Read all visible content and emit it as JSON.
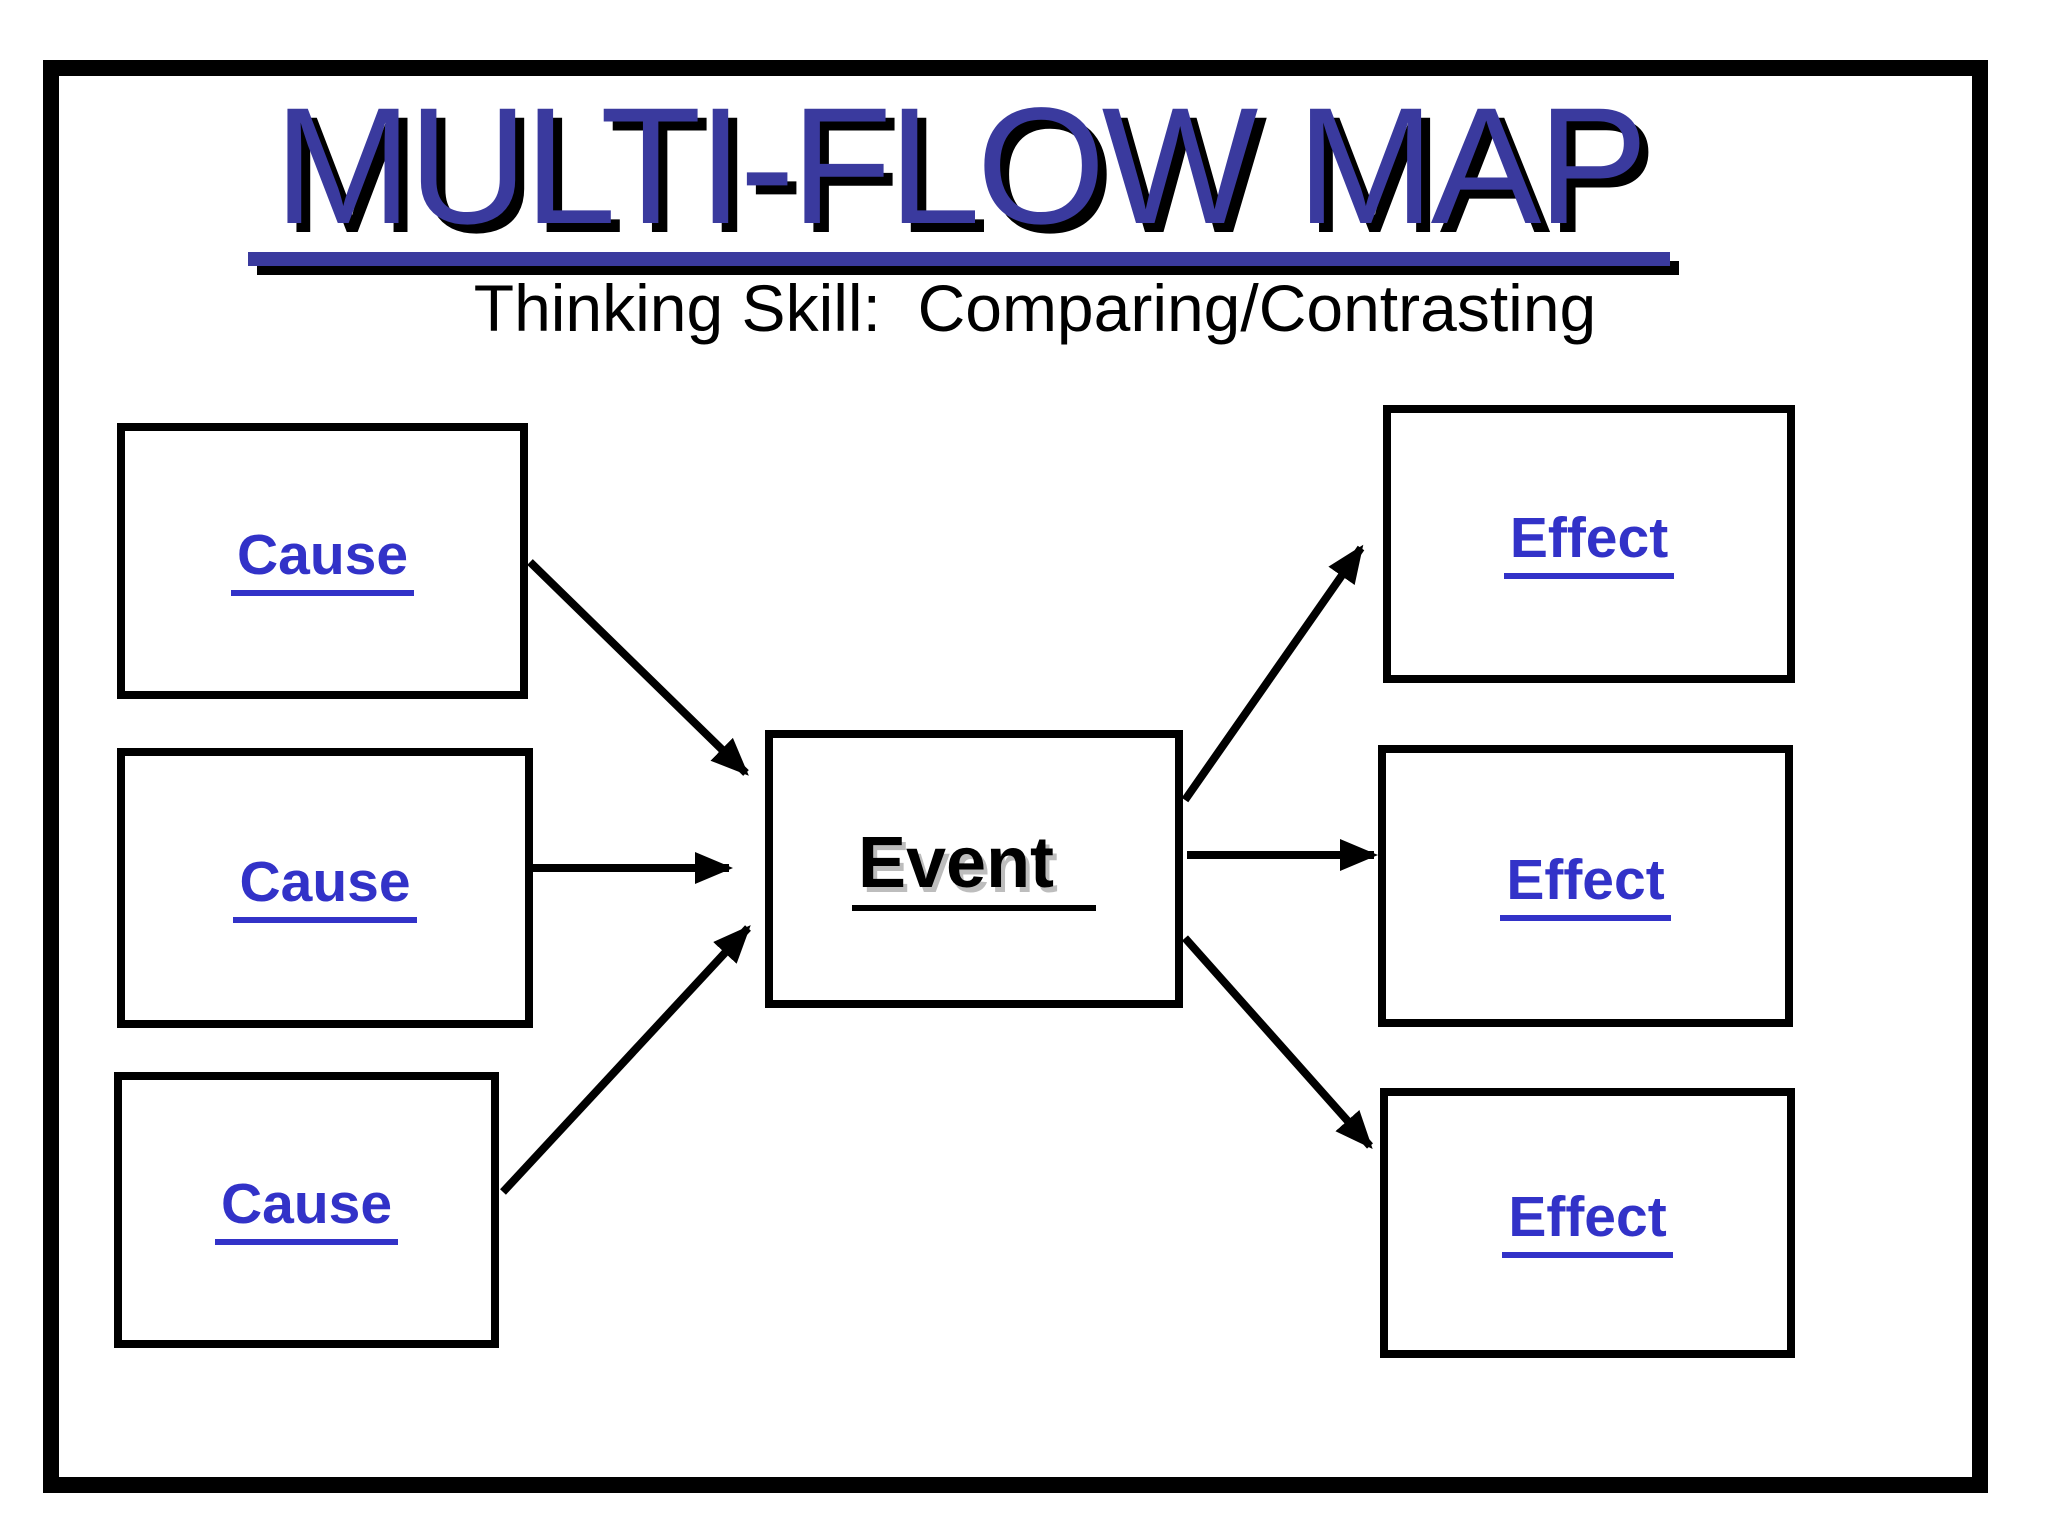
{
  "slide": {
    "title": "MULTI-FLOW MAP",
    "subtitle": "Thinking Skill:  Comparing/Contrasting"
  },
  "diagram": {
    "causes": [
      {
        "label": "Cause"
      },
      {
        "label": "Cause"
      },
      {
        "label": "Cause"
      }
    ],
    "event": {
      "label": "Event"
    },
    "effects": [
      {
        "label": "Effect"
      },
      {
        "label": "Effect"
      },
      {
        "label": "Effect"
      }
    ]
  },
  "colors": {
    "title_text": "#3A3A9E",
    "title_shadow": "#000000",
    "node_label_blue": "#3232C8",
    "event_label_black": "#000000",
    "event_shadow_gray": "#BDBDBD",
    "line_black": "#000000",
    "background": "#FFFFFF"
  }
}
